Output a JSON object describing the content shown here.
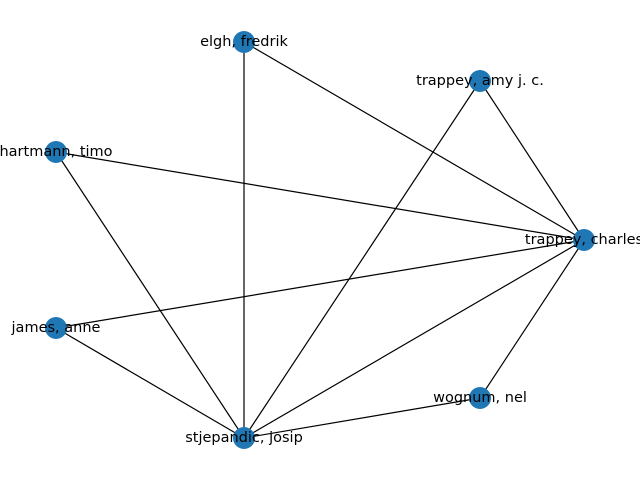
{
  "graph": {
    "node_color": "#1f77b4",
    "edge_color": "#000000",
    "nodes": [
      {
        "id": "elgh",
        "label": "elgh, fredrik"
      },
      {
        "id": "trappey_amy",
        "label": "trappey, amy j. c."
      },
      {
        "id": "hartmann",
        "label": "hartmann, timo"
      },
      {
        "id": "trappey_charles",
        "label": "trappey, charles"
      },
      {
        "id": "james",
        "label": "james, anne"
      },
      {
        "id": "wognum",
        "label": "wognum, nel"
      },
      {
        "id": "stjepandic",
        "label": "stjepandic, josip"
      }
    ],
    "edges": [
      [
        "elgh",
        "stjepandic"
      ],
      [
        "elgh",
        "trappey_charles"
      ],
      [
        "trappey_amy",
        "trappey_charles"
      ],
      [
        "trappey_amy",
        "stjepandic"
      ],
      [
        "hartmann",
        "trappey_charles"
      ],
      [
        "hartmann",
        "stjepandic"
      ],
      [
        "james",
        "trappey_charles"
      ],
      [
        "james",
        "stjepandic"
      ],
      [
        "trappey_charles",
        "stjepandic"
      ],
      [
        "trappey_charles",
        "wognum"
      ],
      [
        "wognum",
        "stjepandic"
      ]
    ]
  }
}
